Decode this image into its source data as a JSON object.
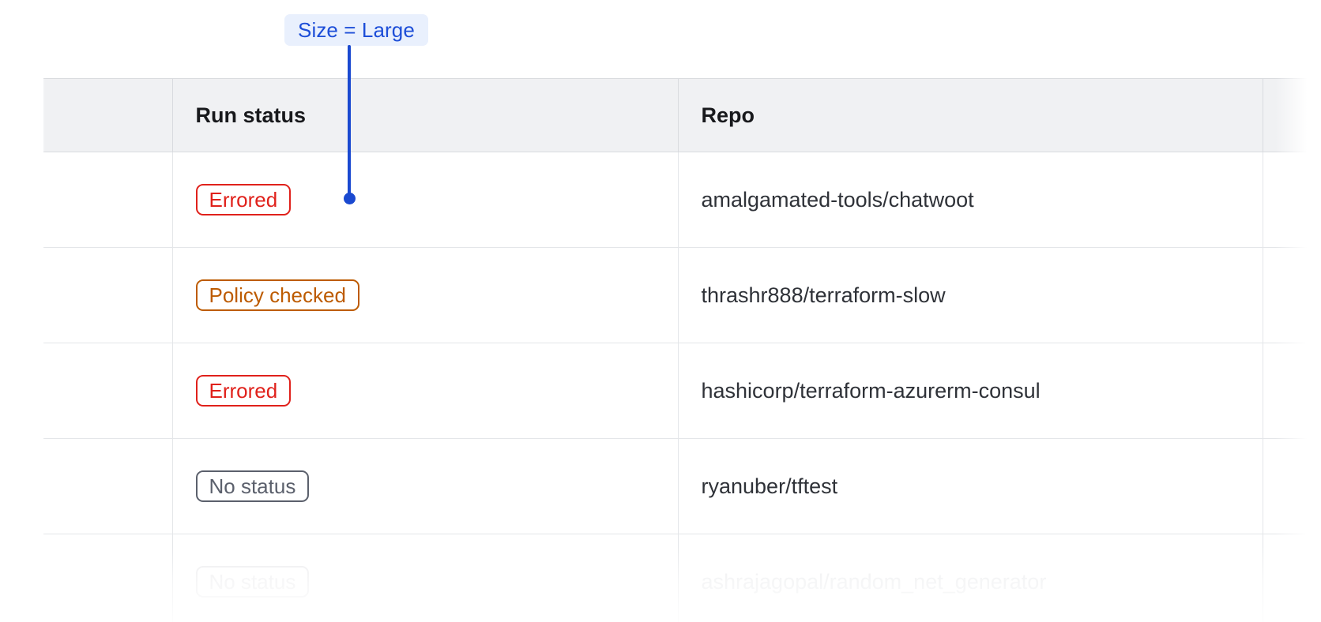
{
  "annotation": {
    "label": "Size = Large",
    "accent_color": "#1a49d0",
    "badge_bg": "#e9f0fd",
    "badge_text_color": "#1d4ed8"
  },
  "table": {
    "columns": [
      {
        "key": "spacer",
        "label": ""
      },
      {
        "key": "run_status",
        "label": "Run status"
      },
      {
        "key": "repo",
        "label": "Repo"
      },
      {
        "key": "tail",
        "label": ""
      }
    ],
    "header_bg": "#f0f1f3",
    "rows": [
      {
        "status": "Errored",
        "status_variant": "errored",
        "repo": "amalgamated-tools/chatwoot",
        "faded": false
      },
      {
        "status": "Policy checked",
        "status_variant": "policy-checked",
        "repo": "thrashr888/terraform-slow",
        "faded": false
      },
      {
        "status": "Errored",
        "status_variant": "errored",
        "repo": "hashicorp/terraform-azurerm-consul",
        "faded": false
      },
      {
        "status": "No status",
        "status_variant": "no-status",
        "repo": "ryanuber/tftest",
        "faded": false
      },
      {
        "status": "No status",
        "status_variant": "no-status",
        "repo": "ashrajagopal/random_net_generator",
        "faded": true
      }
    ],
    "status_colors": {
      "errored": "#e0211b",
      "policy-checked": "#bd5b00",
      "no-status": "#5b606c"
    }
  }
}
